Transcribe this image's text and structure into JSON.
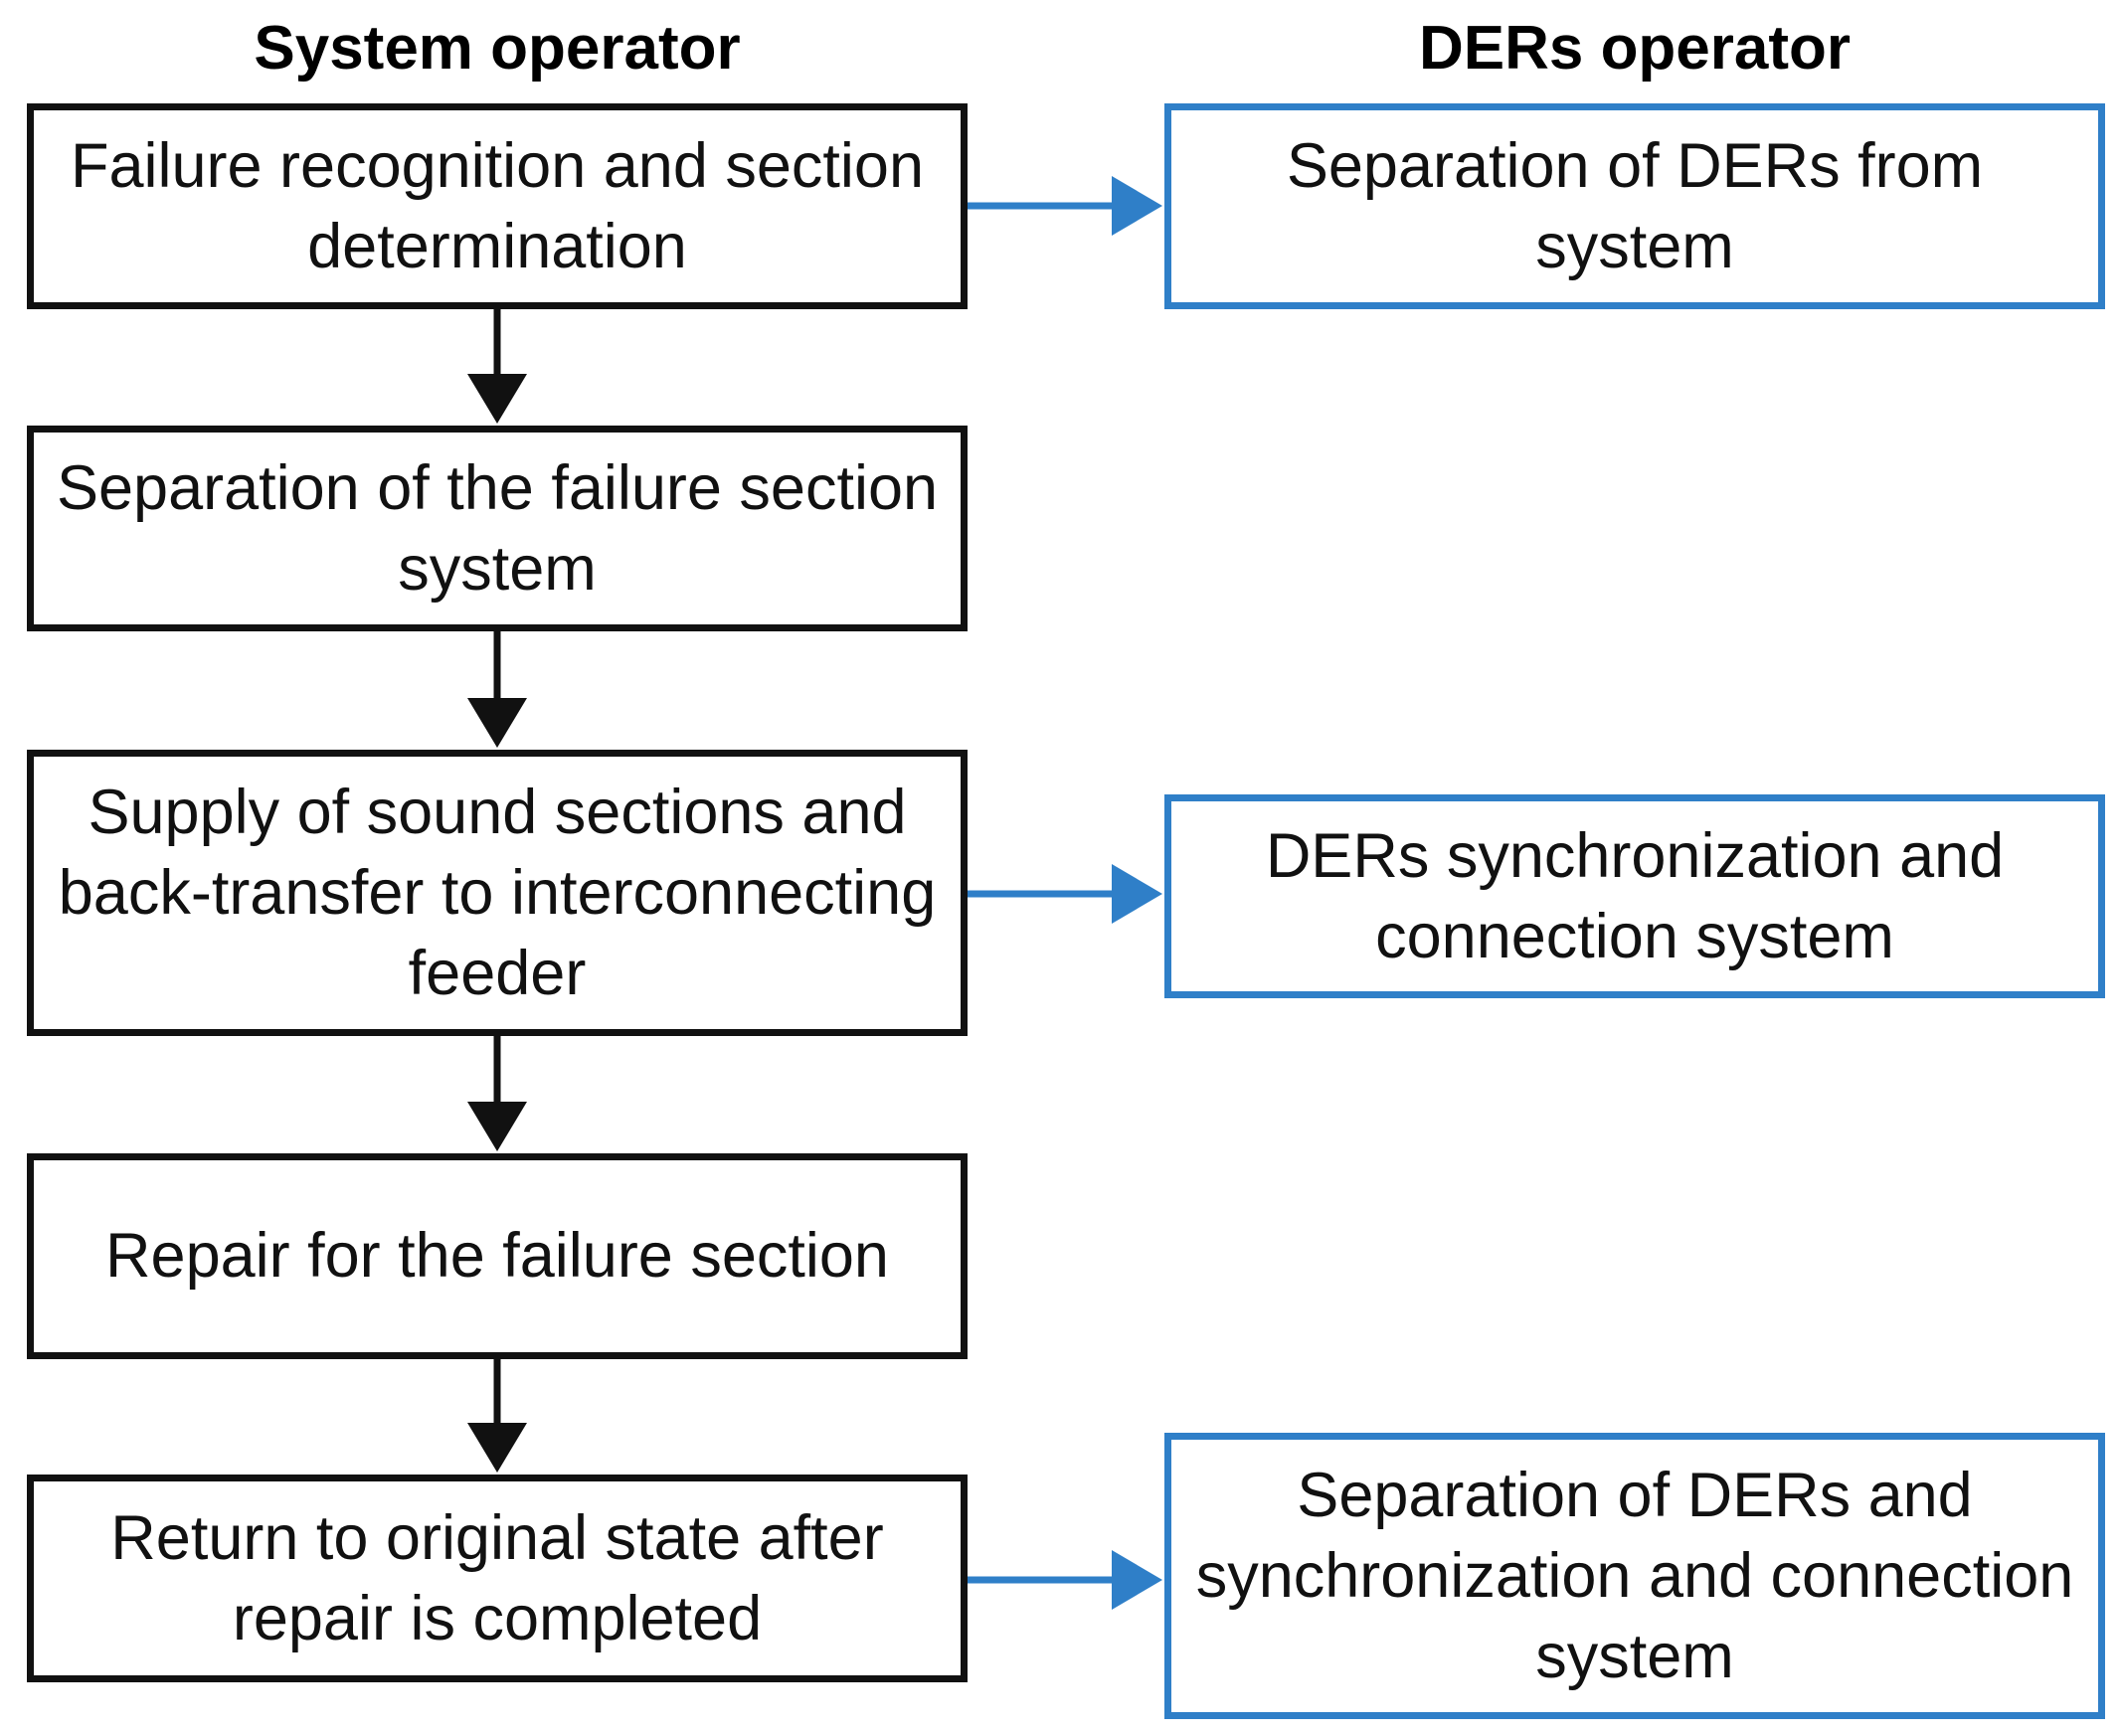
{
  "headers": {
    "system_operator": "System operator",
    "ders_operator": "DERs operator"
  },
  "system_steps": [
    "Failure recognition and section determination",
    "Separation of the failure section system",
    "Supply of sound sections and back-transfer to interconnecting feeder",
    "Repair for the failure section",
    "Return to original state after repair is completed"
  ],
  "der_steps": [
    "Separation of DERs from system",
    "DERs synchronization and connection system",
    "Separation of DERs and synchronization and connection system"
  ],
  "colors": {
    "system_border": "#111111",
    "der_border": "#2f7fc8",
    "arrow_black": "#111111",
    "arrow_blue": "#2f7fc8"
  }
}
